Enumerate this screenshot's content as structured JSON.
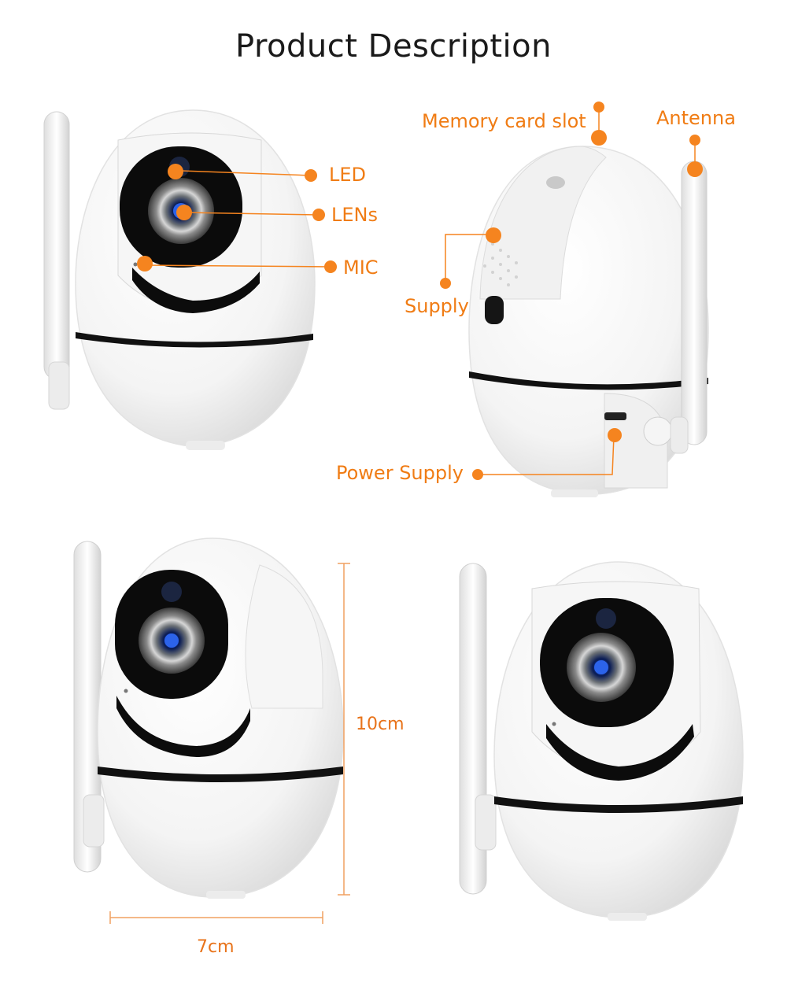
{
  "title": "Product Description",
  "colors": {
    "accent": "#f5841f",
    "dimension_line": "#f0a060",
    "text": "#1a1a1a",
    "body": "#ffffff",
    "lens_dark": "#0b0b0b",
    "band": "#111111"
  },
  "front_view": {
    "labels": {
      "led": "LED",
      "lens": "LENs",
      "mic": "MIC"
    }
  },
  "rear_view": {
    "labels": {
      "memory_card_slot": "Memory card slot",
      "antenna": "Antenna",
      "supply": "Supply",
      "power_supply": "Power Supply"
    }
  },
  "dimensions": {
    "height": "10cm",
    "width": "7cm"
  },
  "icons": [
    "antenna-icon",
    "lens-icon",
    "led-icon",
    "mic-icon",
    "usb-port-icon"
  ]
}
